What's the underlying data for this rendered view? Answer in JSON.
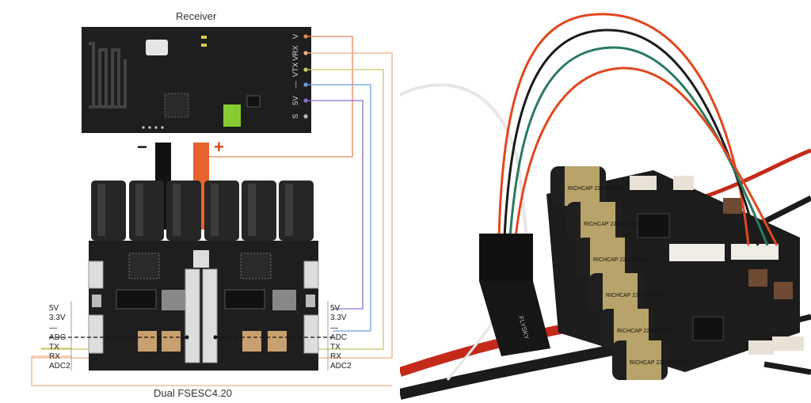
{
  "receiver": {
    "title": "Receiver",
    "pins": [
      "V",
      "VRX",
      "VTX",
      "—",
      "5V",
      "S"
    ]
  },
  "power": {
    "minus": "−",
    "plus": "+"
  },
  "board": {
    "title": "Dual FSESC4.20",
    "left_labels": [
      "5V",
      "3.3V",
      "—",
      "ADC",
      "TX",
      "RX",
      "ADC2"
    ],
    "right_labels": [
      "5V",
      "3.3V",
      "—",
      "ADC",
      "TX",
      "RX",
      "ADC2"
    ]
  },
  "photo": {
    "capacitor_text": "RICHCAP 220uF/100V",
    "module_text": "FLYSKY"
  },
  "colors": {
    "wire_v": "#e8865c",
    "wire_vrx": "#f0b080",
    "wire_vtx": "#c8c860",
    "wire_gnd": "#6aa0e0",
    "wire_5v": "#8a70d0",
    "pcb": "#1e1e1e"
  }
}
